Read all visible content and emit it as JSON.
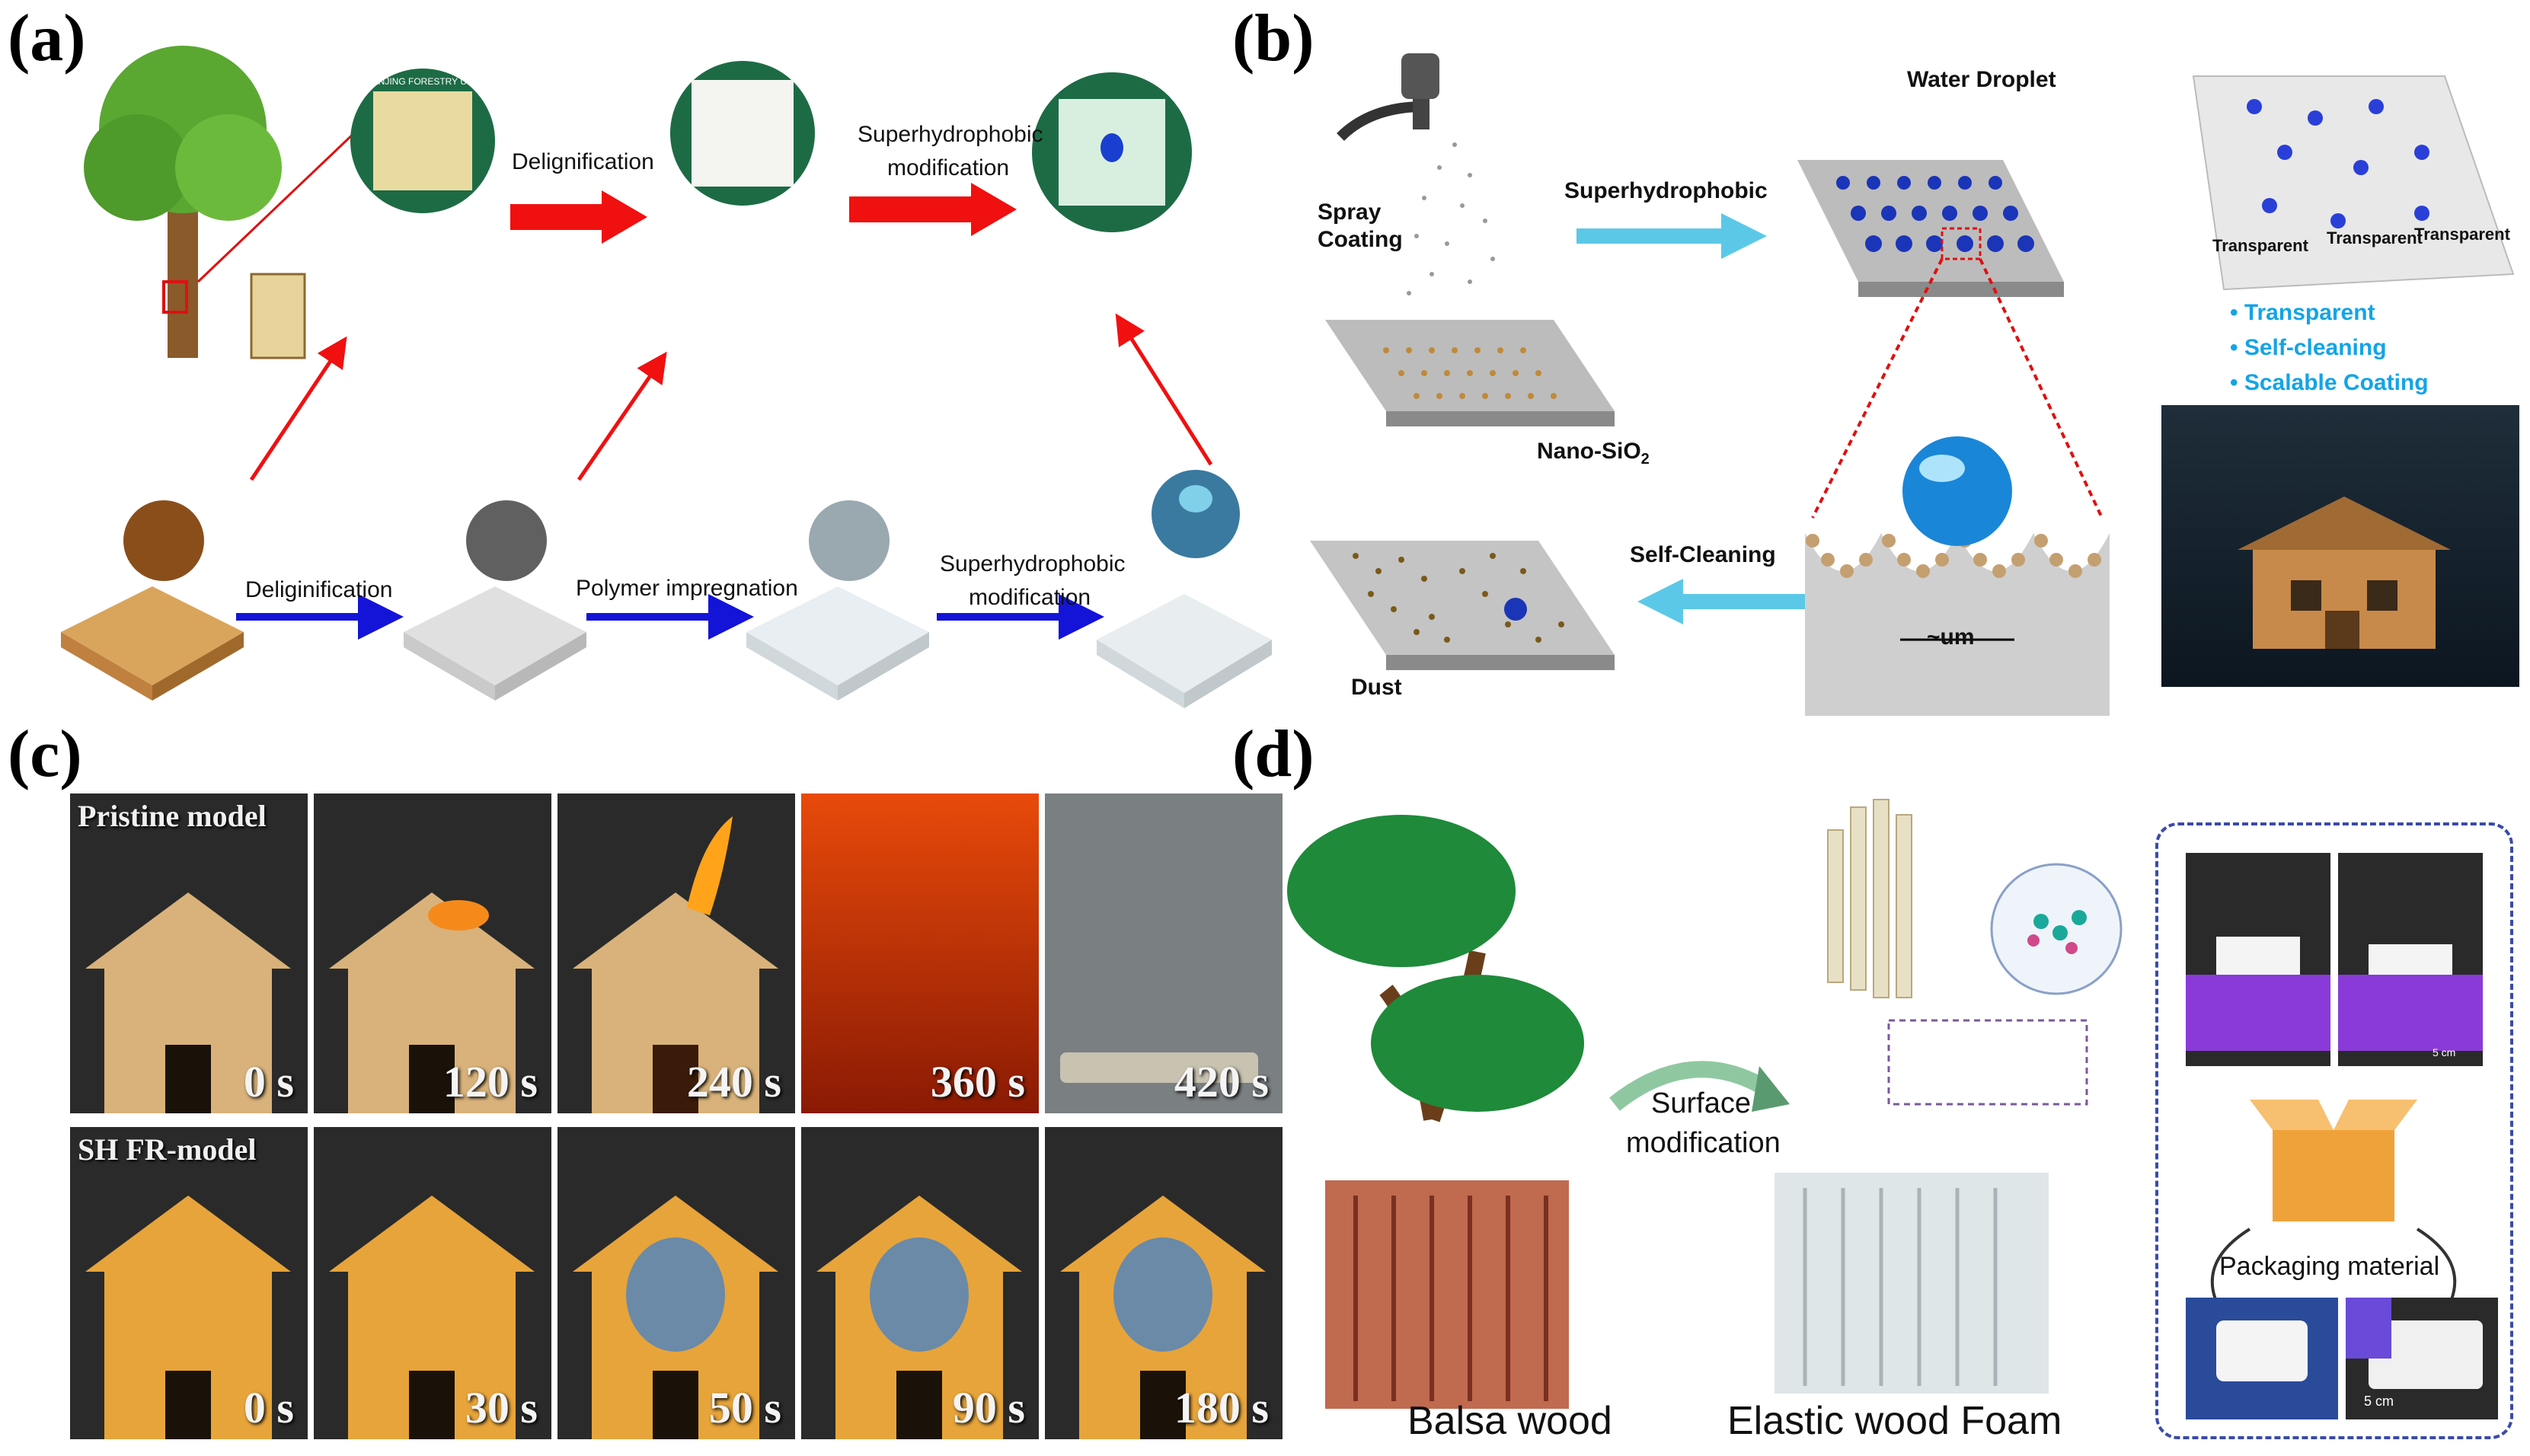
{
  "panels": {
    "a": {
      "letter": "(a)",
      "top_steps": [
        "Delignification",
        "Superhydrophobic",
        "modification"
      ],
      "bottom_steps": [
        "Deliginification",
        "Polymer impregnation",
        "Superhydrophobic",
        "modification"
      ],
      "logo_text": "NANJING FORESTRY UNIVERSITY"
    },
    "b": {
      "letter": "(b)",
      "spray": [
        "Spray",
        "Coating"
      ],
      "arrow_top": "Superhydrophobic",
      "water_droplet": "Water Droplet",
      "nano": "Nano-SiO",
      "nano_sub": "2",
      "self_cleaning": "Self-Cleaning",
      "dust": "Dust",
      "um": "~um",
      "transparent_word": "Transparent",
      "features": [
        "• Transparent",
        "• Self-cleaning",
        "• Scalable Coating"
      ]
    },
    "c": {
      "letter": "(c)",
      "row1_label": "Pristine model",
      "row1_times": [
        "0 s",
        "120 s",
        "240 s",
        "360 s",
        "420 s"
      ],
      "row2_label": "SH FR-model",
      "row2_times": [
        "0 s",
        "30 s",
        "50 s",
        "90 s",
        "180 s"
      ]
    },
    "d": {
      "letter": "(d)",
      "surface": [
        "Surface",
        "modification"
      ],
      "balsa": "Balsa wood",
      "foam": "Elastic wood Foam",
      "packaging": "Packaging material",
      "scale1": "5 cm",
      "scale2": "5 cm"
    }
  },
  "colors": {
    "red_arrow": "#f01010",
    "blue_arrow": "#1414d8",
    "cyan_arrow": "#5cc8e8",
    "feature_text": "#13a4e6"
  }
}
